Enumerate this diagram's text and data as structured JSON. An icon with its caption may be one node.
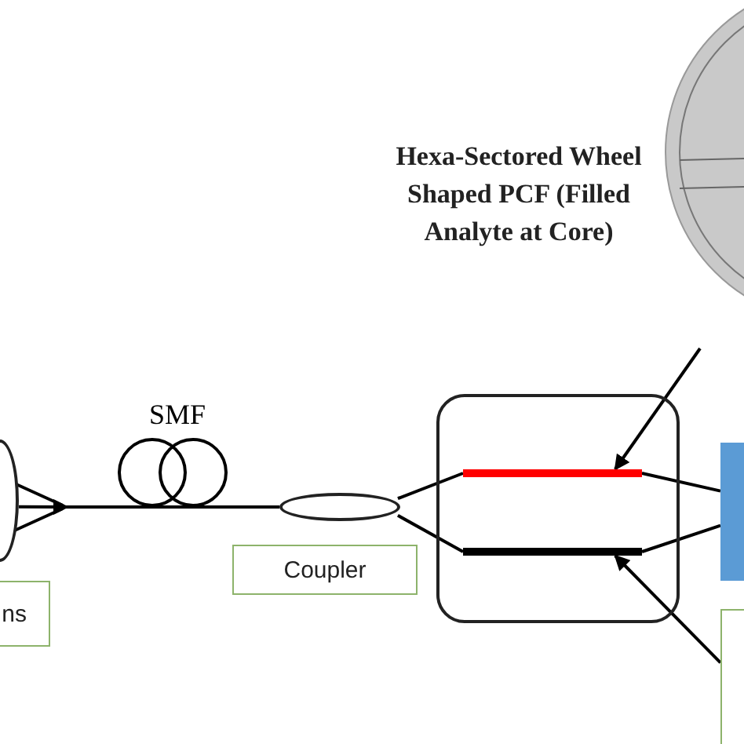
{
  "diagram": {
    "nodes": [
      {
        "text": [],
        "shape": "ellipse"
      },
      {
        "text": [
          "ns"
        ]
      },
      {
        "text": [
          "SMF"
        ]
      },
      {
        "text": [],
        "shape": "ellipse"
      },
      {
        "text": [
          "Coupler"
        ]
      },
      {
        "text": [],
        "shape": "box"
      },
      {
        "text": [],
        "shape": "bar",
        "in": 5
      },
      {
        "text": [],
        "shape": "bar",
        "in": 5
      },
      {
        "text": [],
        "shape": "box"
      },
      {
        "text": [],
        "shape": "box"
      }
    ],
    "edges": [
      {
        "from": 0,
        "to": 2,
        "arrow": "to"
      },
      {
        "from": 2,
        "to": 3,
        "arrow": "none"
      },
      {
        "from": 3,
        "to": 6,
        "arrow": "none"
      },
      {
        "from": 3,
        "to": 7,
        "arrow": "none"
      },
      {
        "from": 6,
        "to": 8,
        "arrow": "none"
      },
      {
        "from": 7,
        "to": 8,
        "arrow": "none"
      },
      {
        "from": null,
        "to": 6,
        "arrow": "to"
      },
      {
        "from": 9,
        "to": 7,
        "arrow": "to"
      }
    ],
    "labels": [
      "Hexa-Sectored Wheel Shaped PCF (Filled Analyte at Core)"
    ]
  }
}
